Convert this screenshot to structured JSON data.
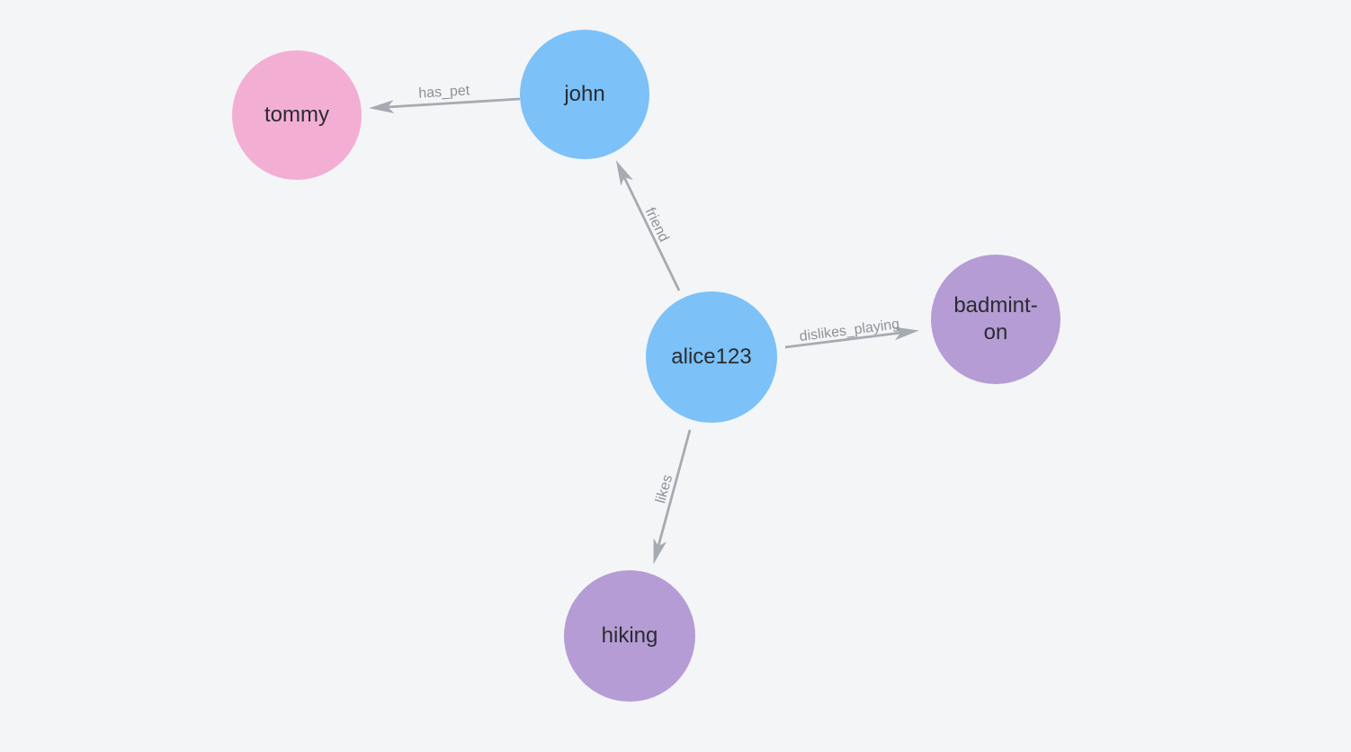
{
  "canvas": {
    "background_color": "#f4f5f6"
  },
  "graph": {
    "type": "node-link-diagram",
    "edge_color": "#a6aab2",
    "edge_label_color": "#8e929a",
    "node_label_color": "#2a2c30",
    "nodes": [
      {
        "id": "tommy",
        "label": "tommy",
        "color": "#f3aed4"
      },
      {
        "id": "john",
        "label": "john",
        "color": "#7cc1f8"
      },
      {
        "id": "alice123",
        "label": "alice123",
        "color": "#7cc1f8"
      },
      {
        "id": "badminton",
        "label": "badmint-\non",
        "color": "#b59cd5"
      },
      {
        "id": "hiking",
        "label": "hiking",
        "color": "#b59cd5"
      }
    ],
    "edges": [
      {
        "label": "has_pet",
        "from": "john",
        "to": "tommy"
      },
      {
        "label": "friend",
        "from": "alice123",
        "to": "john"
      },
      {
        "label": "dislikes_playing",
        "from": "alice123",
        "to": "badminton"
      },
      {
        "label": "likes",
        "from": "alice123",
        "to": "hiking"
      }
    ]
  }
}
